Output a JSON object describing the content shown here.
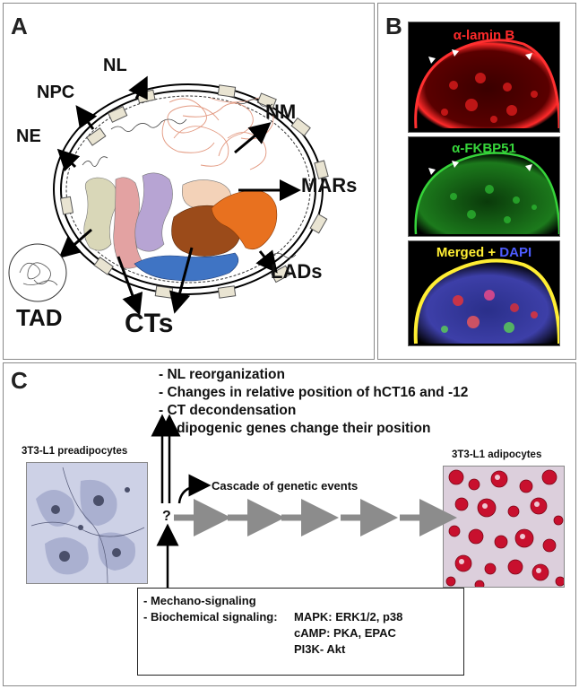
{
  "panel_a": {
    "letter": "A",
    "labels": {
      "nl": "NL",
      "npc": "NPC",
      "ne": "NE",
      "nm": "NM",
      "mars": "MARs",
      "lads": "LADs",
      "tad": "TAD",
      "cts": "CTs"
    },
    "territory_colors": [
      "#d9d7b8",
      "#e3a2a2",
      "#b7a4d3",
      "#f3d2b8",
      "#9b4b1a",
      "#e8711f",
      "#3f74c4"
    ]
  },
  "panel_b": {
    "letter": "B",
    "lamin_prefix": "α-",
    "lamin_name": "lamin B",
    "fkbp_prefix": "α-",
    "fkbp_name": "FKBP51",
    "merged": "Merged + ",
    "dapi": "DAPI",
    "colors": {
      "red": "#ff2a2a",
      "green": "#36d43a",
      "yellow": "#ffee33",
      "blue": "#4d5cff"
    }
  },
  "panel_c": {
    "letter": "C",
    "changes": [
      "- NL reorganization",
      "- Changes in relative position of hCT16 and -12",
      "- CT decondensation",
      "- Adipogenic genes change their position"
    ],
    "pre_label": "3T3-L1 preadipocytes",
    "post_label": "3T3-L1 adipocytes",
    "cascade": "Cascade of genetic events",
    "question": "?",
    "signals": {
      "mechano": "- Mechano-signaling",
      "biochem": "- Biochemical signaling:",
      "mapk": "MAPK: ERK1/2, p38",
      "camp": "cAMP: PKA, EPAC",
      "pi3k": "PI3K- Akt"
    },
    "arrow_color": "#8c8c8c"
  }
}
